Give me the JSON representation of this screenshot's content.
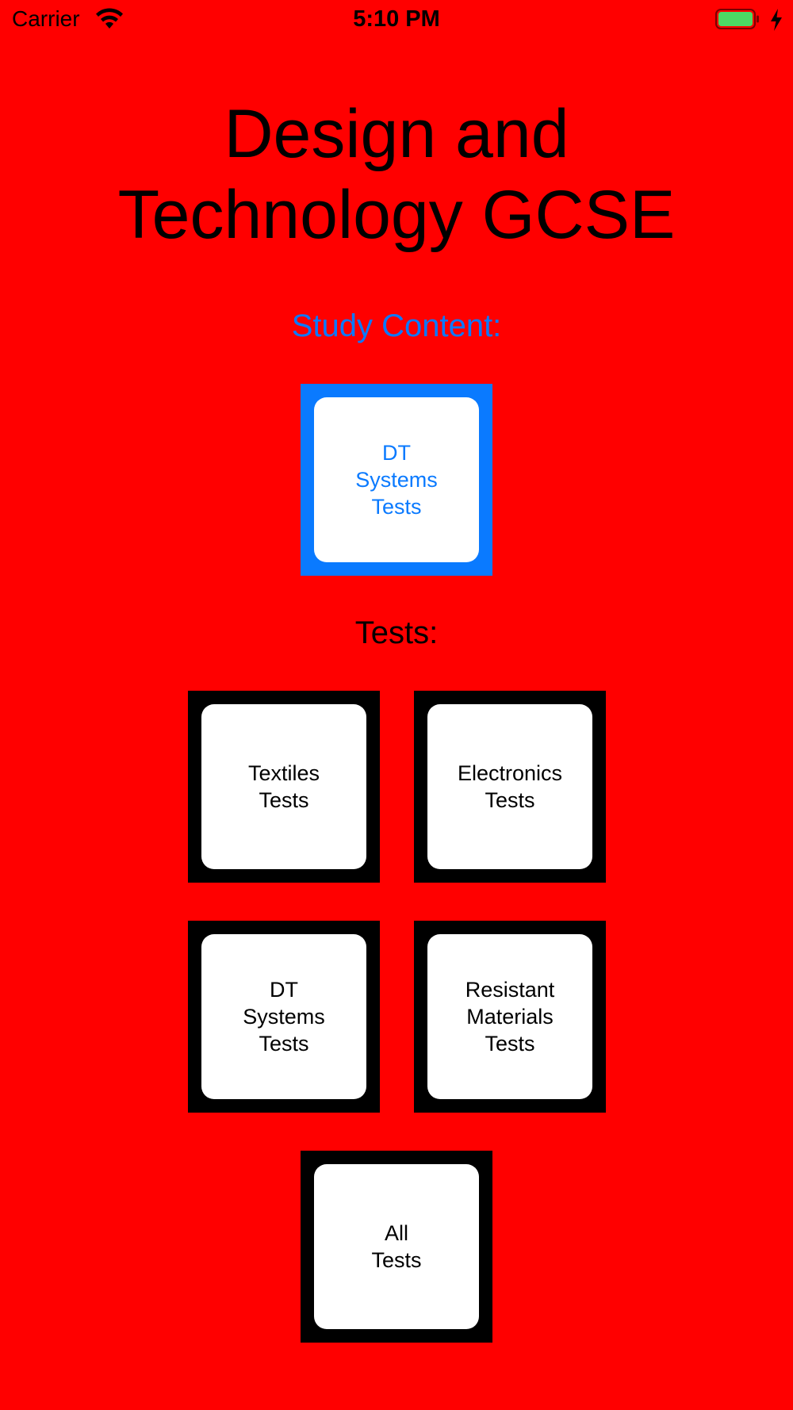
{
  "status_bar": {
    "carrier": "Carrier",
    "time": "5:10 PM",
    "battery_color": "#4cd964"
  },
  "title": {
    "line1": "Design and",
    "line2": "Technology GCSE"
  },
  "study_section": {
    "label": "Study Content:",
    "tile": {
      "lines": [
        "DT",
        "Systems",
        "Tests"
      ]
    }
  },
  "tests_section": {
    "label": "Tests:",
    "tiles": [
      {
        "lines": [
          "Textiles",
          "Tests"
        ]
      },
      {
        "lines": [
          "Electronics",
          "Tests"
        ]
      },
      {
        "lines": [
          "DT",
          "Systems",
          "Tests"
        ]
      },
      {
        "lines": [
          "Resistant",
          "Materials",
          "Tests"
        ]
      },
      {
        "lines": [
          "All",
          "Tests"
        ]
      }
    ]
  },
  "colors": {
    "background": "#ff0000",
    "accent": "#0a7aff",
    "tile_border": "#000000",
    "tile_face": "#ffffff"
  }
}
